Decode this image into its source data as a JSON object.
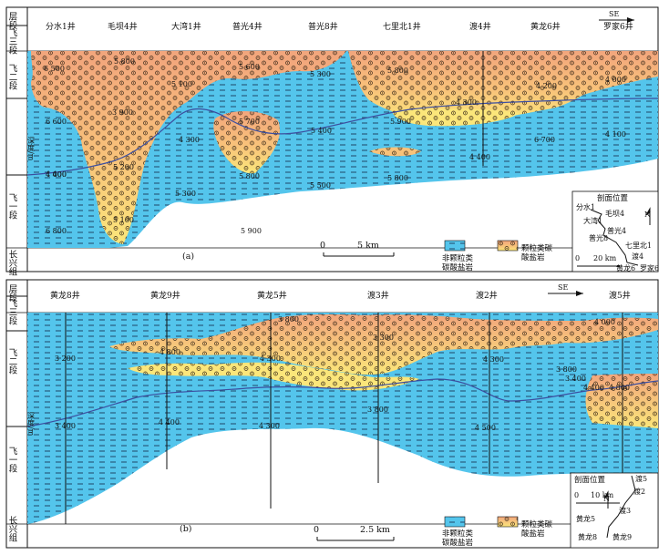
{
  "colors": {
    "non_grain": "#54C5EC",
    "grain_upper": "#F2A57C",
    "grain_lower": "#FBE67A",
    "line": "#111111",
    "interface": "#3C4FA0"
  },
  "panel_a": {
    "label": "(a)",
    "header": "层段",
    "direction": "SE",
    "strata": [
      "飞三段",
      "飞二段",
      "飞一段",
      "长兴组"
    ],
    "wells": [
      "分水1井",
      "毛坝4井",
      "大湾1井",
      "普光4井",
      "普光8井",
      "七里北1井",
      "渡4井",
      "黄龙6井",
      "罗家6井"
    ],
    "depths": [
      "6 500",
      "5 800",
      "5 600",
      "5 300",
      "5 800",
      "4 200",
      "4 000",
      "5 100",
      "3 900",
      "4 300",
      "6 600",
      "5 700",
      "5 400",
      "5 900",
      "4 100",
      "4 300",
      "6 700",
      "4 000",
      "5 200",
      "5 800",
      "4 400",
      "4 400",
      "5 500",
      "5 800",
      "6 800",
      "5 300",
      "5 100",
      "5 900"
    ],
    "depth_axis_label": "深度/m",
    "scale_label": "5 km",
    "scale_zero": "0",
    "legend": {
      "non_grain": "非颗粒类\n碳酸盐岩",
      "grain": "颗粒类碳\n酸盐岩"
    },
    "inset": {
      "title": "剖面位置",
      "north": "N",
      "scale_zero": "0",
      "scale_label": "20 km",
      "points": [
        "分水1",
        "毛坝4",
        "大湾1",
        "普光4",
        "普光8",
        "七里北1",
        "渡4",
        "黄龙6",
        "罗家6"
      ]
    }
  },
  "panel_b": {
    "label": "(b)",
    "header": "层段",
    "direction": "SE",
    "strata": [
      "飞三段",
      "飞二段",
      "飞一段",
      "长兴组"
    ],
    "wells": [
      "黄龙8井",
      "黄龙9井",
      "黄龙5井",
      "渡3井",
      "渡2井",
      "渡5井"
    ],
    "depths": [
      "3 800",
      "4 000",
      "3 300",
      "4 800",
      "4 300",
      "3 200",
      "4 300",
      "3 400",
      "3 800",
      "4 400",
      "4 800",
      "3 800",
      "4 300",
      "4 500",
      "3 400",
      "4 400"
    ],
    "depth_axis_label": "深度/m",
    "scale_label": "2.5 km",
    "scale_zero": "0",
    "legend": {
      "non_grain": "非颗粒类\n碳酸盐岩",
      "grain": "颗粒类碳\n酸盐岩"
    },
    "inset": {
      "title": "剖面位置",
      "north": "N",
      "scale_zero": "0",
      "scale_label": "10 km",
      "points": [
        "渡5",
        "渡2",
        "渡3",
        "黄龙5",
        "黄龙8",
        "黄龙9"
      ]
    }
  }
}
